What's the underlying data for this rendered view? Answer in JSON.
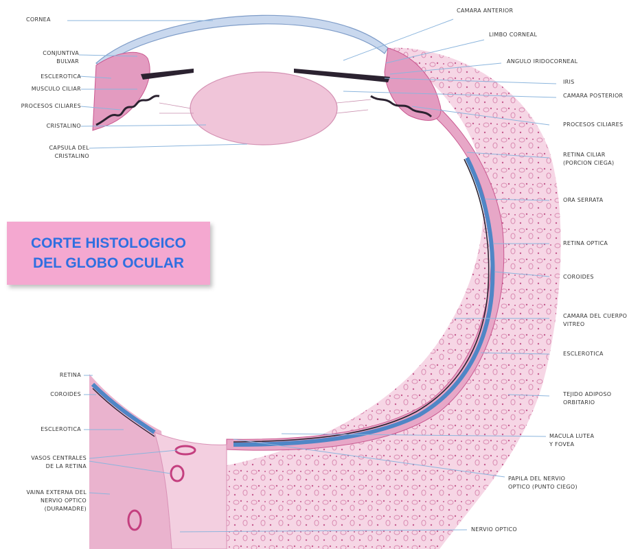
{
  "title": {
    "line1": "CORTE HISTOLOGICO",
    "line2": "DEL GLOBO OCULAR"
  },
  "colors": {
    "title_bg": "#f4a8d0",
    "title_text": "#2f6fe0",
    "tissue": "#eab3ce",
    "tissue_dark": "#c9578f",
    "retina_blue": "#4f86c6",
    "pigment": "#2b2230",
    "leader": "#8bb5dd"
  },
  "labels_left": {
    "cornea": "CORNEA",
    "conjuntiva": "CONJUNTIVA\nBULVAR",
    "esclerotica_top": "ESCLEROTICA",
    "musculo_ciliar": "MUSCULO CILIAR",
    "procesos_ciliares_left": "PROCESOS CILIARES",
    "cristalino": "CRISTALINO",
    "capsula": "CAPSULA DEL\nCRISTALINO",
    "retina_bottom": "RETINA",
    "coroides_bottom": "COROIDES",
    "esclerotica_bottom": "ESCLEROTICA",
    "vasos": "VASOS CENTRALES\nDE LA RETINA",
    "vaina": "VAINA EXTERNA DEL\nNERVIO OPTICO\n(DURAMADRE)"
  },
  "labels_right": {
    "camara_anterior": "CAMARA ANTERIOR",
    "limbo": "LIMBO CORNEAL",
    "angulo": "ANGULO IRIDOCORNEAL",
    "iris": "IRIS",
    "camara_posterior": "CAMARA POSTERIOR",
    "procesos_ciliares_right": "PROCESOS CILIARES",
    "retina_ciliar": "RETINA CILIAR\n(PORCION CIEGA)",
    "ora_serrata": "ORA SERRATA",
    "retina_optica": "RETINA OPTICA",
    "coroides": "COROIDES",
    "camara_vitreo": "CAMARA DEL CUERPO\nVITREO",
    "esclerotica_right": "ESCLEROTICA",
    "tejido_adiposo": "TEJIDO ADIPOSO\nORBITARIO",
    "macula": "MACULA LUTEA\nY FOVEA",
    "papila": "PAPILA DEL NERVIO\nOPTICO (PUNTO CIEGO)",
    "nervio_optico": "NERVIO OPTICO"
  }
}
